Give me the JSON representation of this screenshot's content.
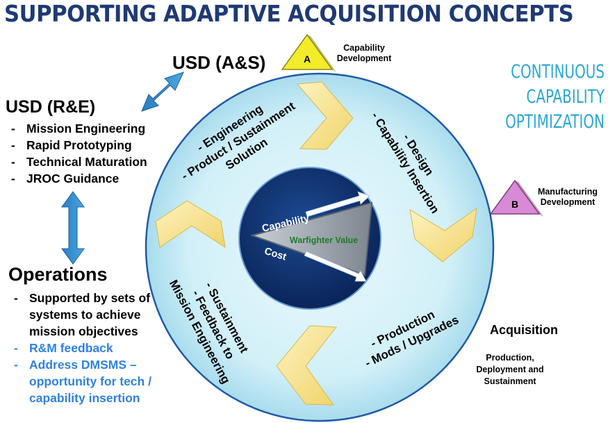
{
  "title": "SUPPORTING ADAPTIVE ACQUISITION CONCEPTS",
  "usd_as": "USD (A&S)",
  "usd_re": {
    "heading": "USD (R&E)",
    "items": [
      "Mission Engineering",
      "Rapid Prototyping",
      "Technical Maturation",
      "JROC Guidance"
    ]
  },
  "operations": {
    "heading": "Operations",
    "items": [
      {
        "text": "Supported by sets of systems to achieve mission objectives",
        "color": "#000000"
      },
      {
        "text": "R&M feedback",
        "color": "#2f82e0"
      },
      {
        "text": "Address DMSMS – opportunity for tech / capability insertion",
        "color": "#2f82e0"
      }
    ]
  },
  "milestone_a": {
    "letter": "A",
    "label": "Capability Development",
    "color": "#f2ec2a"
  },
  "milestone_b": {
    "letter": "B",
    "label": "Manufacturing Development",
    "color": "#d98ad6"
  },
  "continuous": "CONTINUOUS CAPABILITY OPTIMIZATION",
  "acquisition": {
    "heading": "Acquisition",
    "detail": "Production, Deployment and Sustainment"
  },
  "cycle": {
    "engineering": [
      "- Engineering",
      "- Product / Sustainment",
      "Solution"
    ],
    "design": [
      "- Design",
      "- Capability Insertion"
    ],
    "production": [
      "- Production",
      "- Mods / Upgrades"
    ],
    "sustainment": [
      "- Sustainment",
      "- Feedback to",
      "Mission Engineering"
    ]
  },
  "center": {
    "capability": "Capability",
    "cost": "Cost",
    "value": "Warfighter Value"
  },
  "colors": {
    "title": "#1f3a73",
    "outer_circle": "#c6ecf6",
    "inner_circle": "#0d2f6c",
    "chevron": "#f6e08a",
    "arrow": "#2f8ccd",
    "accent_cyan": "#2aa8d6"
  }
}
